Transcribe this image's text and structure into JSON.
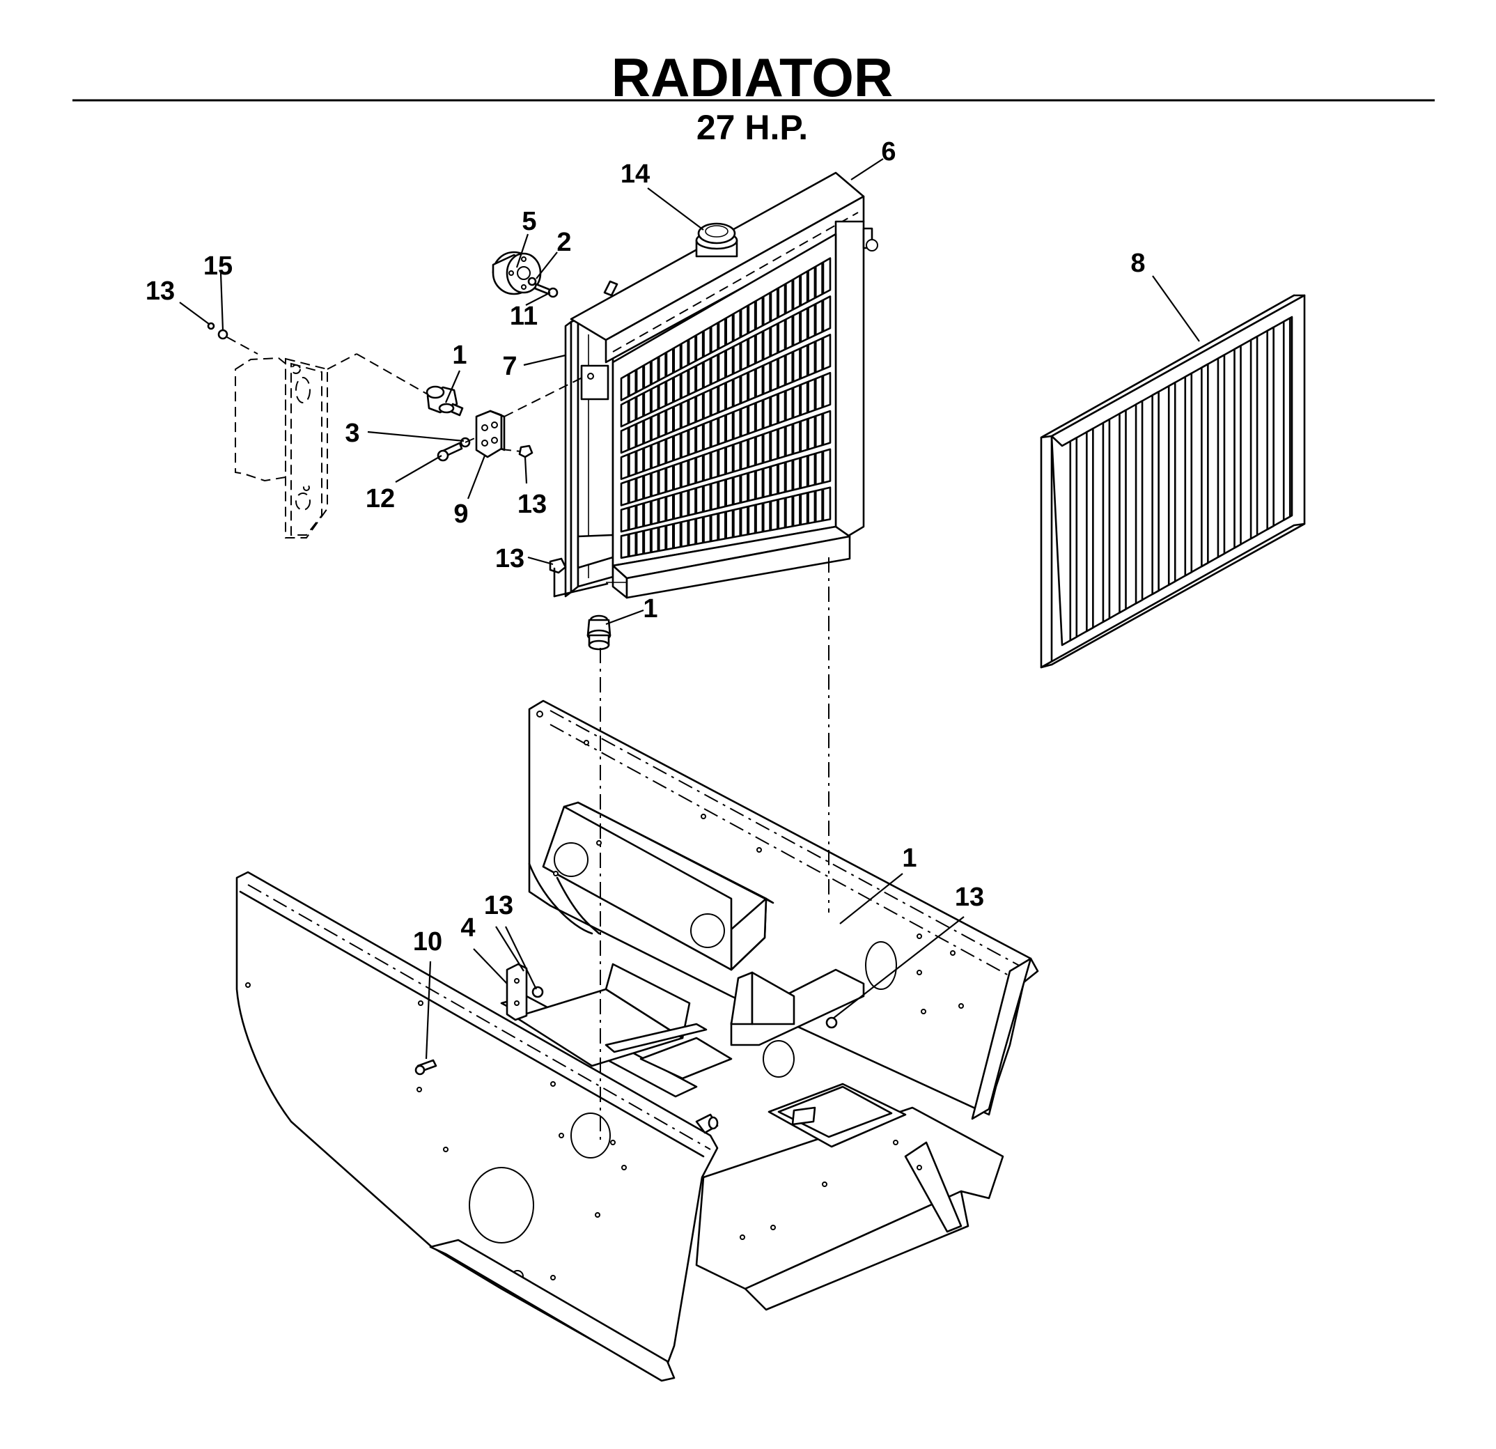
{
  "title": "RADIATOR",
  "subtitle": "27 H.P.",
  "callouts": [
    {
      "id": "c-14",
      "label": "14"
    },
    {
      "id": "c-6",
      "label": "6"
    },
    {
      "id": "c-5",
      "label": "5"
    },
    {
      "id": "c-2",
      "label": "2"
    },
    {
      "id": "c-11",
      "label": "11"
    },
    {
      "id": "c-15",
      "label": "15"
    },
    {
      "id": "c-13a",
      "label": "13"
    },
    {
      "id": "c-1a",
      "label": "1"
    },
    {
      "id": "c-7",
      "label": "7"
    },
    {
      "id": "c-3",
      "label": "3"
    },
    {
      "id": "c-12",
      "label": "12"
    },
    {
      "id": "c-9",
      "label": "9"
    },
    {
      "id": "c-13b",
      "label": "13"
    },
    {
      "id": "c-13c",
      "label": "13"
    },
    {
      "id": "c-1b",
      "label": "1"
    },
    {
      "id": "c-8",
      "label": "8"
    },
    {
      "id": "c-1c",
      "label": "1"
    },
    {
      "id": "c-13d",
      "label": "13"
    },
    {
      "id": "c-13e",
      "label": "13"
    },
    {
      "id": "c-10",
      "label": "10"
    },
    {
      "id": "c-4",
      "label": "4"
    }
  ]
}
